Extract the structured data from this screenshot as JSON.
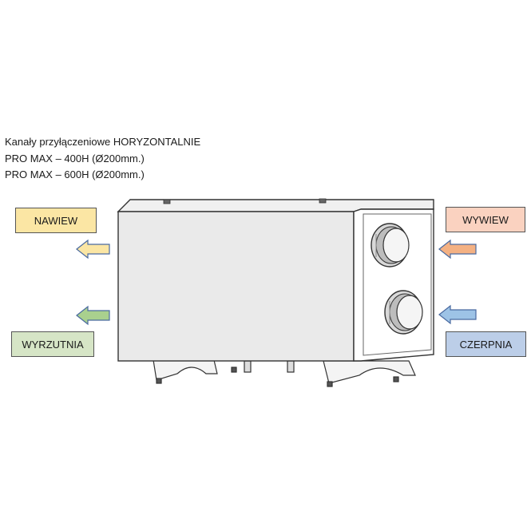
{
  "caption": {
    "line1": "Kanały przyłączeniowe HORYZONTALNIE",
    "line2": "PRO MAX – 400H (Ø200mm.)",
    "line3": "PRO MAX – 600H (Ø200mm.)"
  },
  "labels": {
    "nawiew": "NAWIEW",
    "wyrzutnia": "WYRZUTNIA",
    "wywiew": "WYWIEW",
    "czerpnia": "CZERPNIA"
  },
  "colors": {
    "nawiew": "#fbe6a4",
    "wyrzutnia": "#d6e5c6",
    "wywiew": "#fad2c0",
    "czerpnia": "#bccee8",
    "nawiew_arrow": "#fbe6a4",
    "wyrzutnia_arrow": "#a9d08e",
    "wywiew_arrow": "#f4b183",
    "czerpnia_arrow": "#9dc3e6"
  },
  "arrows": {
    "nawiew": "left",
    "wyrzutnia": "left",
    "wywiew": "left",
    "czerpnia": "left"
  }
}
